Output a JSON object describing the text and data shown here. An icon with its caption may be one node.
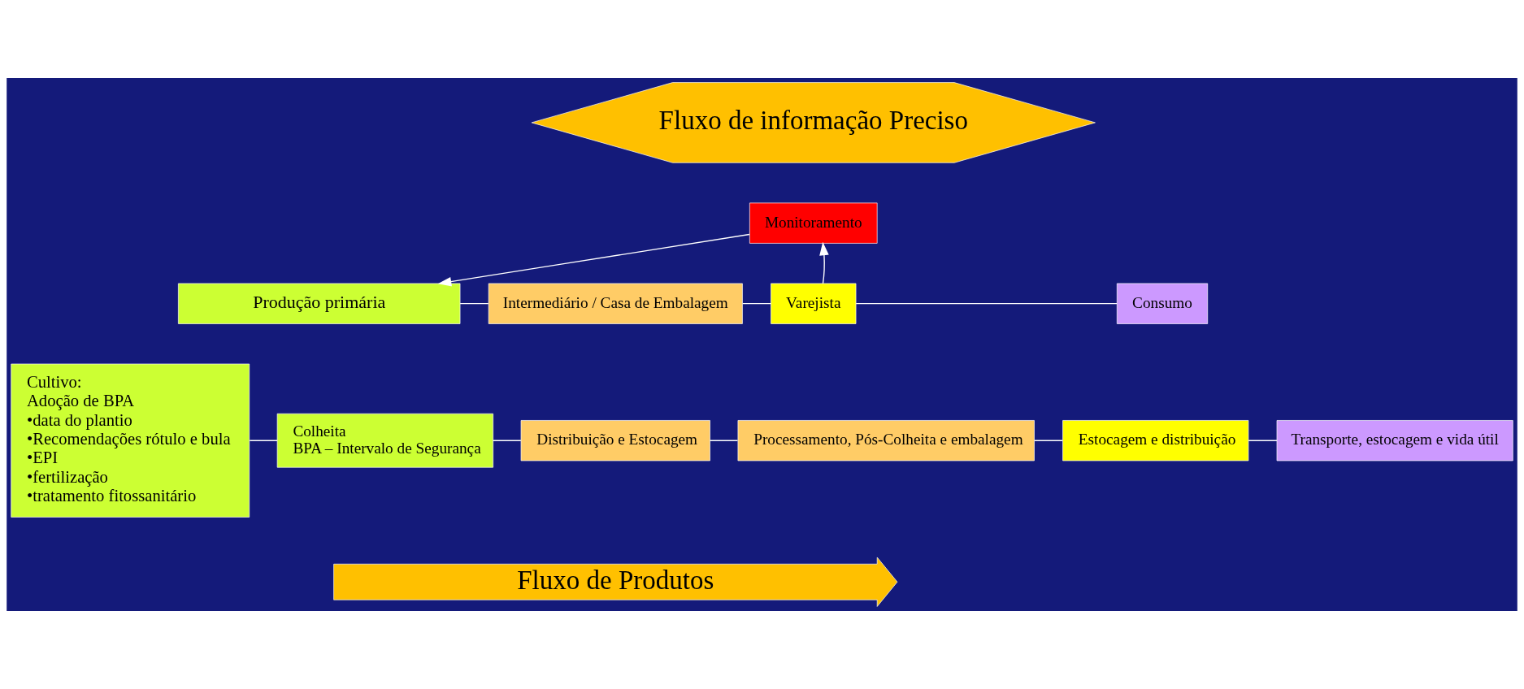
{
  "diagram": {
    "nodes": [
      {
        "text": [
          "Fluxo de informação Preciso"
        ]
      },
      {
        "text": [
          "Monitoramento"
        ]
      },
      {
        "text": [
          "Produção primária"
        ]
      },
      {
        "text": [
          "Intermediário / Casa de Embalagem"
        ]
      },
      {
        "text": [
          "Varejista"
        ]
      },
      {
        "text": [
          "Consumo"
        ]
      },
      {
        "text": [
          "Cultivo:",
          "Adoção de BPA",
          "•data do plantio",
          "•Recomendações rótulo e bula",
          "•EPI",
          "•fertilização",
          "•tratamento fitossanitário"
        ]
      },
      {
        "text": [
          "Colheita",
          "BPA – Intervalo de Segurança"
        ]
      },
      {
        "text": [
          "Distribuição e Estocagem"
        ]
      },
      {
        "text": [
          "Processamento, Pós-Colheita e embalagem"
        ]
      },
      {
        "text": [
          "Estocagem e distribuição"
        ]
      },
      {
        "text": [
          "Transporte, estocagem e vida útil"
        ]
      },
      {
        "text": [
          "Fluxo de Produtos"
        ]
      }
    ],
    "edges": [
      {
        "from": 1,
        "to": 2,
        "arrow": "to"
      },
      {
        "from": 4,
        "to": 1,
        "arrow": "to"
      },
      {
        "from": 2,
        "to": 3,
        "arrow": "none"
      },
      {
        "from": 3,
        "to": 4,
        "arrow": "none"
      },
      {
        "from": 4,
        "to": 5,
        "arrow": "none"
      },
      {
        "from": 6,
        "to": 7,
        "arrow": "none"
      },
      {
        "from": 7,
        "to": 8,
        "arrow": "none"
      },
      {
        "from": 8,
        "to": 9,
        "arrow": "none"
      },
      {
        "from": 9,
        "to": 10,
        "arrow": "none"
      },
      {
        "from": 10,
        "to": 11,
        "arrow": "none"
      }
    ]
  }
}
